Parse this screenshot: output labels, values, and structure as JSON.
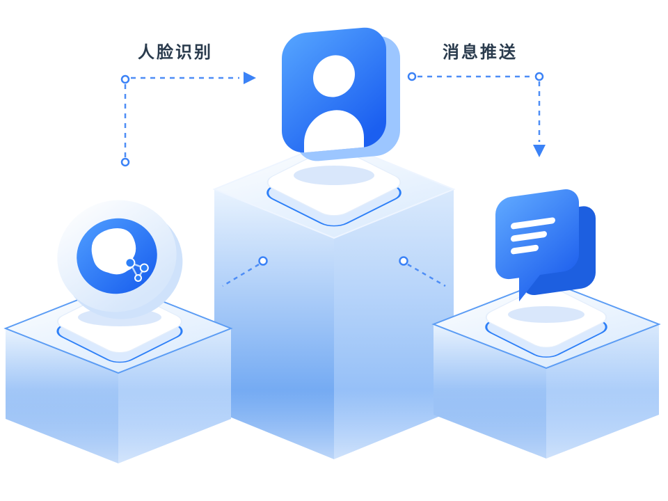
{
  "page": {
    "background": "#ffffff"
  },
  "illustration": {
    "name": "isometric-process-illustration",
    "labels": {
      "left": "人脸识别",
      "right": "消息推送"
    },
    "colors": {
      "accent_blue": "#2d7ff7",
      "deep_blue": "#1b5ff0",
      "icon_gradient_top": "#56a5ff",
      "icon_gradient_bottom": "#1b5ff0",
      "pedestal_side": "#5f9ff3",
      "plate_rim": "#2d7ff7",
      "label_text": "#2a3b4d",
      "connector": "#4d8df6"
    },
    "icons": [
      {
        "name": "face-scan-icon",
        "position": "left-pedestal"
      },
      {
        "name": "user-profile-icon",
        "position": "center-pedestal"
      },
      {
        "name": "chat-message-icon",
        "position": "right-pedestal"
      }
    ],
    "connectors": [
      {
        "name": "connector-left",
        "from": "face-scan-icon",
        "to": "user-profile-icon",
        "arrow": "right"
      },
      {
        "name": "connector-right",
        "from": "user-profile-icon",
        "to": "chat-message-icon",
        "arrow": "down"
      }
    ]
  }
}
